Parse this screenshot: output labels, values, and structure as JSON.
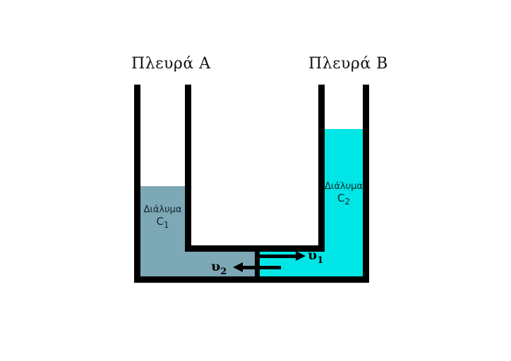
{
  "background": "#ffffff",
  "wall_color": "#000000",
  "titles": {
    "side_a": "Πλευρά Α",
    "side_b": "Πλευρά Β"
  },
  "solution_a": {
    "name": "Διάλυμα",
    "symbol": "C",
    "subscript": "1",
    "color": "#7da8b6"
  },
  "solution_b": {
    "name": "Διάλυμα",
    "symbol": "C",
    "subscript": "2",
    "color": "#00e5e5"
  },
  "flows": {
    "v1": {
      "symbol": "υ",
      "subscript": "1",
      "direction": "right"
    },
    "v2": {
      "symbol": "υ",
      "subscript": "2",
      "direction": "left"
    }
  }
}
